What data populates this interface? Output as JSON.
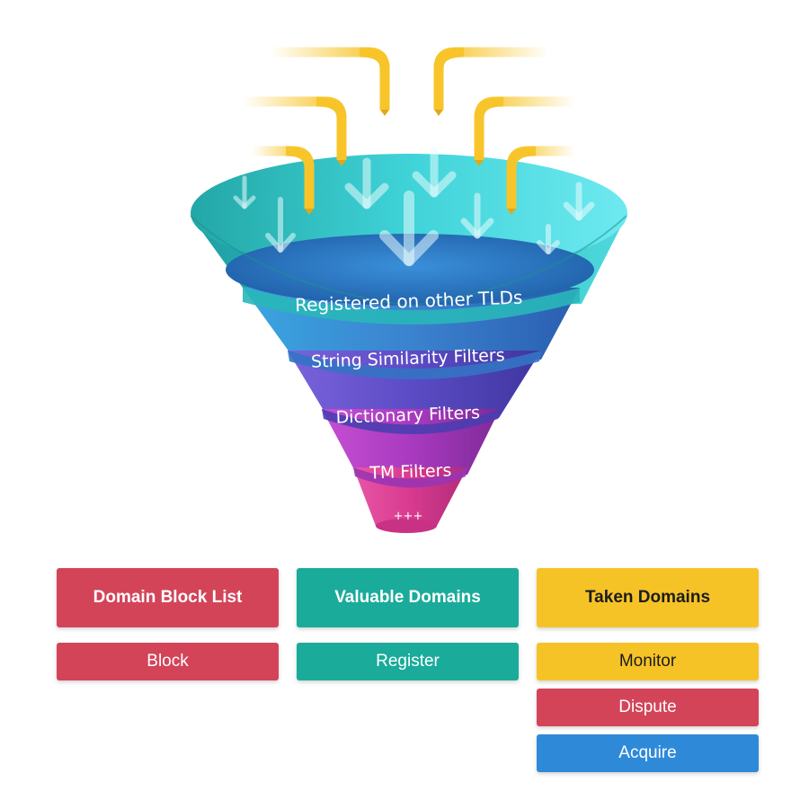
{
  "colors": {
    "red": "#d34459",
    "teal": "#1aab9a",
    "yellow": "#f6c327",
    "blue": "#2e8ad9",
    "pipe": "#f7c52a",
    "tier1": "#2ec1c2",
    "tier2": "#3b8fd6",
    "tier3": "#6a57cf",
    "tier4": "#b13fc4",
    "tier5": "#e0408e"
  },
  "funnel": {
    "tiers": [
      {
        "label": "Registered on other TLDs"
      },
      {
        "label": "String Similarity Filters"
      },
      {
        "label": "Dictionary Filters"
      },
      {
        "label": "TM Filters"
      },
      {
        "label": "+++"
      }
    ]
  },
  "outcomes": [
    {
      "title": "Domain Block List",
      "title_color": "red",
      "actions": [
        {
          "label": "Block",
          "color": "red"
        }
      ]
    },
    {
      "title": "Valuable Domains",
      "title_color": "teal",
      "actions": [
        {
          "label": "Register",
          "color": "teal"
        }
      ]
    },
    {
      "title": "Taken Domains",
      "title_color": "yellow",
      "actions": [
        {
          "label": "Monitor",
          "color": "yellow"
        },
        {
          "label": "Dispute",
          "color": "red"
        },
        {
          "label": "Acquire",
          "color": "blue"
        }
      ]
    }
  ]
}
